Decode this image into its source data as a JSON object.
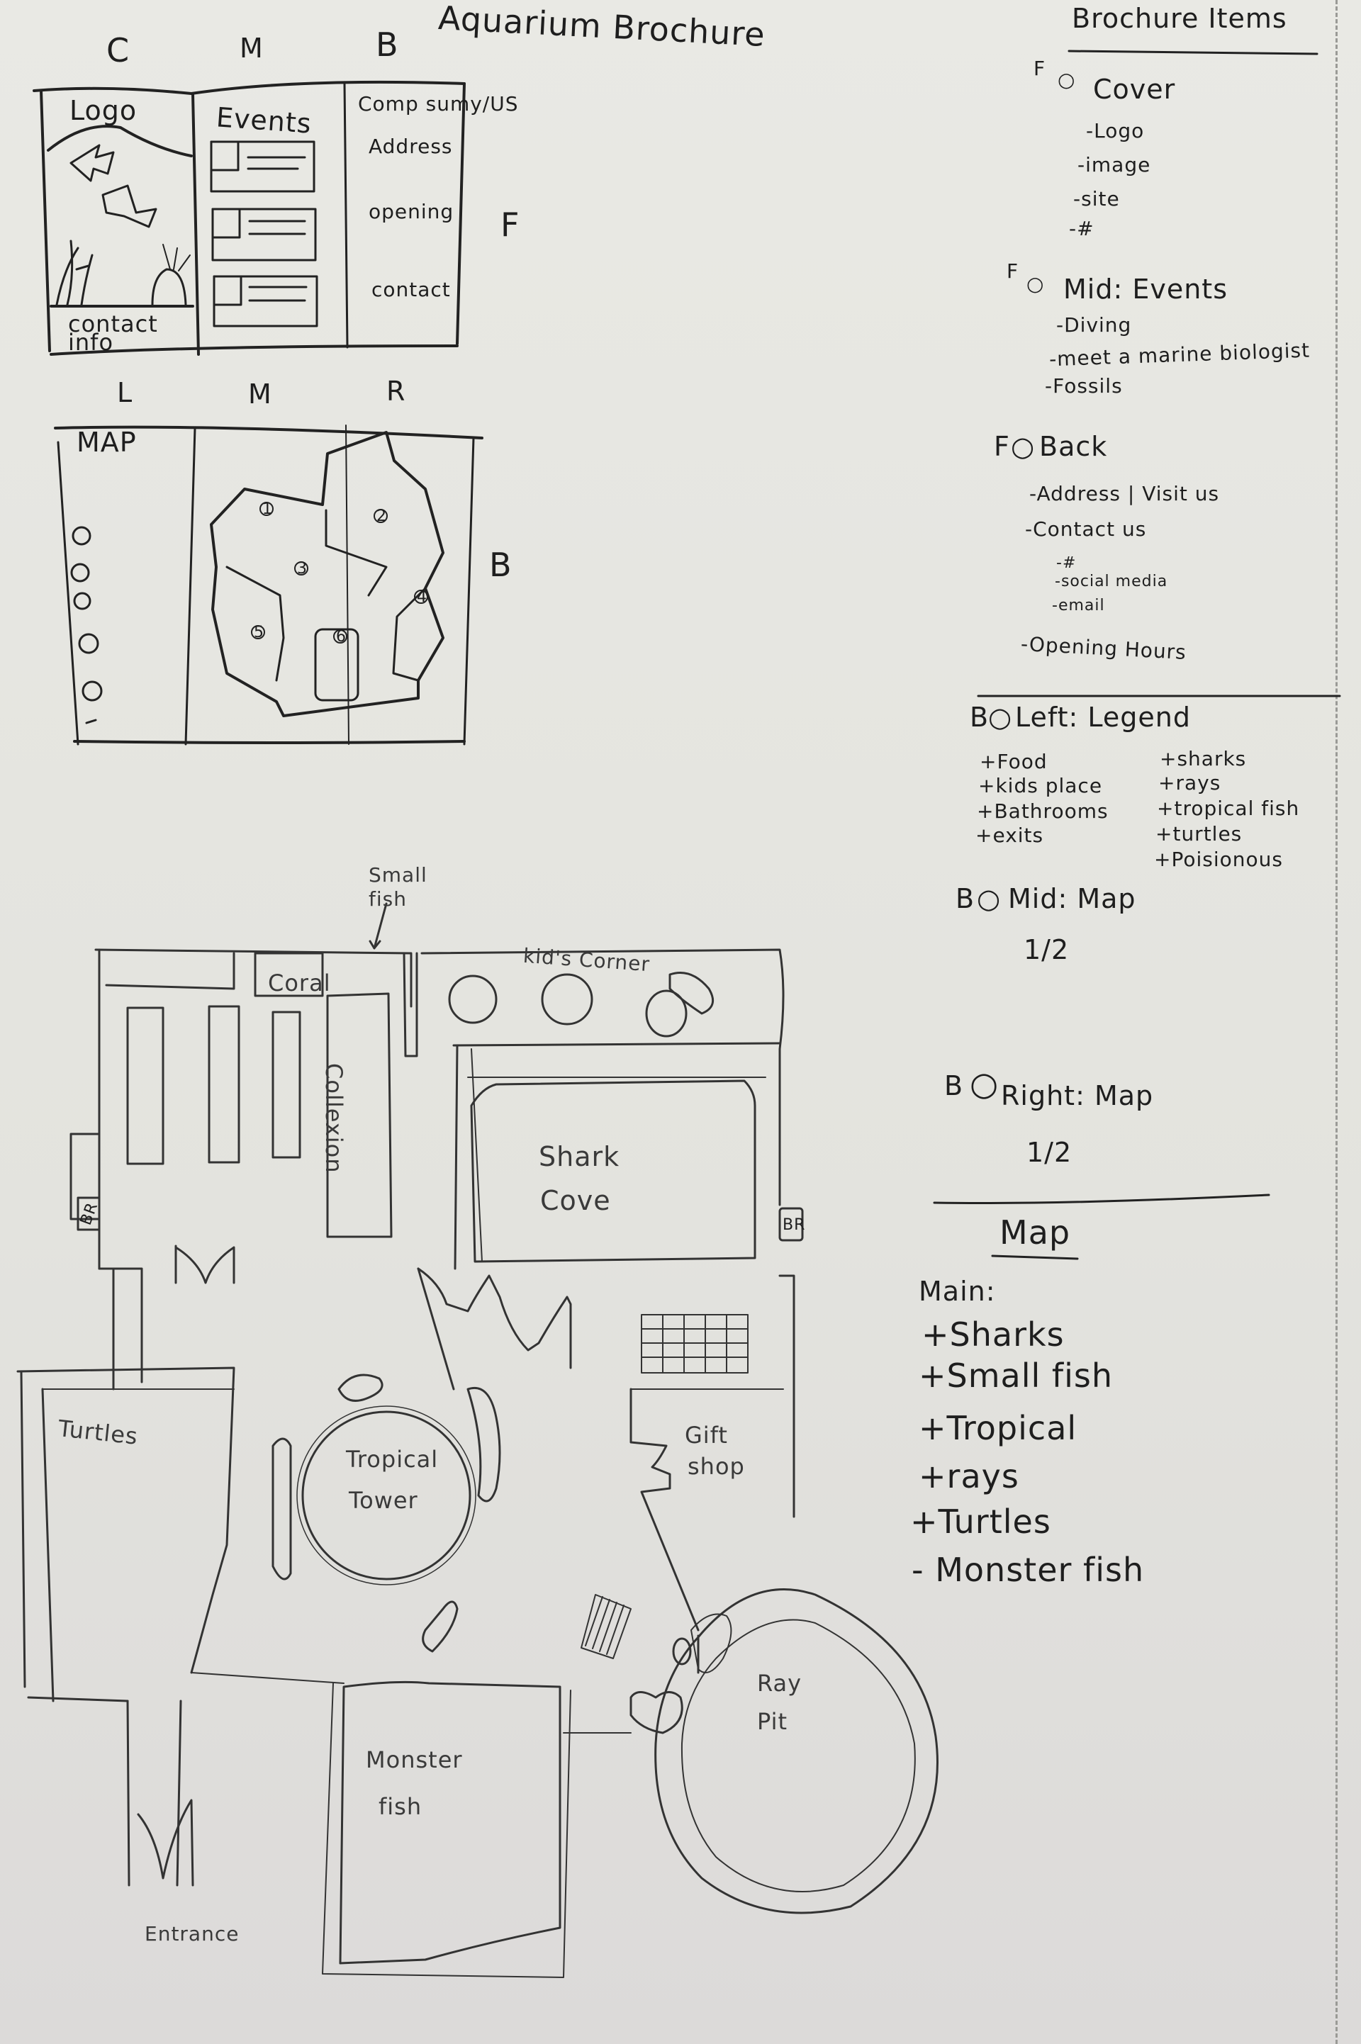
{
  "title": "Aquarium Brochure",
  "front_sketch": {
    "panel_labels": [
      "C",
      "M",
      "B"
    ],
    "side_label": "F",
    "cover": {
      "logo": "Logo",
      "footer": "contact info"
    },
    "middle": {
      "heading": "Events"
    },
    "back": {
      "items": [
        "Comp sumy/US",
        "Address",
        "opening",
        "contact"
      ]
    }
  },
  "back_sketch": {
    "panel_labels": [
      "L",
      "M",
      "R"
    ],
    "side_label": "B",
    "left": {
      "heading": "MAP",
      "legend_bullets": 6
    },
    "map_markers": [
      "1",
      "2",
      "3",
      "4",
      "5",
      "6"
    ]
  },
  "brochure_items": {
    "heading": "Brochure Items",
    "sections": [
      {
        "side": "F",
        "title": "Cover",
        "items": [
          "-Logo",
          "-image",
          "-site",
          "-#"
        ]
      },
      {
        "side": "F",
        "title": "Mid: Events",
        "items": [
          "-Diving",
          "-meet a marine biologist",
          "-Fossils"
        ]
      },
      {
        "side": "F",
        "title": "Back",
        "items": [
          "-Address | Visit us",
          "-Contact us",
          "-#",
          "-social media",
          "-email",
          "-Opening Hours"
        ]
      }
    ],
    "back_sections": [
      {
        "side": "B",
        "title": "Left: Legend",
        "col1": [
          "+Food",
          "+kids place",
          "+Bathrooms",
          "+exits"
        ],
        "col2": [
          "+sharks",
          "+rays",
          "+tropical fish",
          "+turtles",
          "+Poisionous"
        ]
      },
      {
        "side": "B",
        "title": "Mid: Map",
        "note": "1/2"
      },
      {
        "side": "B",
        "title": "Right: Map",
        "note": "1/2"
      }
    ]
  },
  "map_list": {
    "heading": "Map",
    "subheading": "Main:",
    "items": [
      "+Sharks",
      "+Small fish",
      "+Tropical",
      "+rays",
      "+Turtles",
      "- Monster fish"
    ]
  },
  "floor_plan": {
    "callout": "Small fish",
    "areas": {
      "coral": "Coral",
      "collection": "Collexion",
      "kids_corner": "kid's Corner",
      "shark_cove": [
        "Shark",
        "Cove"
      ],
      "turtles": "Turtles",
      "tropical_tower": [
        "Tropical",
        "Tower"
      ],
      "gift_shop": [
        "Gift",
        "shop"
      ],
      "ray_pit": [
        "Ray",
        "Pit"
      ],
      "monster_fish": [
        "Monster",
        "fish"
      ],
      "entrance": "Entrance"
    },
    "bathroom_label": "BR"
  }
}
